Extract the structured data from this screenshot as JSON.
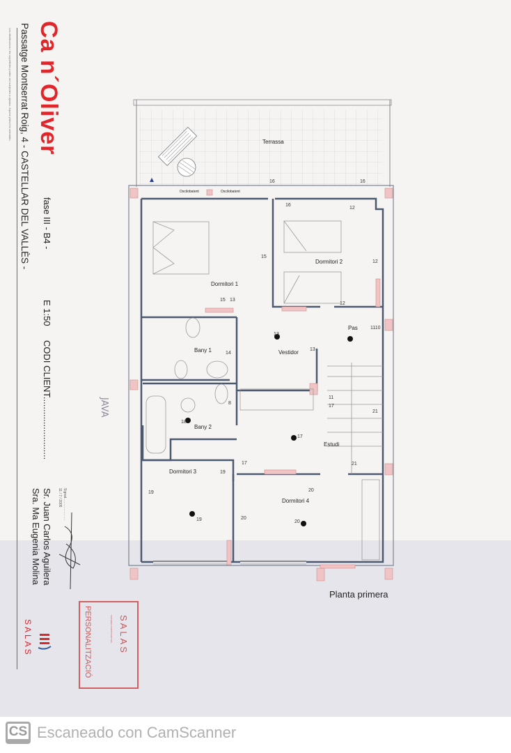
{
  "header": {
    "title": "Ca n´Oliver",
    "phase": "fase III   - B4 -",
    "address": "Passatge Montserrat Roig, 4 - CASTELLAR DEL VALLÈS -",
    "fine_print": "Les distribucions i les superficies poden ser subjectes a ajustos. Aquest plànol és orientatiu.",
    "scale": "E 1:50",
    "client_code": "CODI CLIENT.........................",
    "signed_label": "Signat.......................",
    "date": "11 / 7 / 2005",
    "client_1": "Sr. Juan Carlos Aguilera",
    "client_2": "Sra. Ma Eugenia Molina",
    "brand": "SALAS"
  },
  "stamp": {
    "brand": "SALAS",
    "subtitle": "PERSONALITZACIÓ",
    "tagline": "SISTEMES CONSTRUCTIUS"
  },
  "handwriting": "JAVA",
  "plan": {
    "title": "Planta primera",
    "rooms": {
      "terrace": "Terrassa",
      "bedroom1": "Dormitori 1",
      "bedroom2": "Dormitori 2",
      "bath1": "Bany 1",
      "dressing": "Vestidor",
      "hall": "Pas",
      "bath2": "Bany 2",
      "study": "Estudi",
      "bedroom3": "Dormitori 3",
      "bedroom4": "Dormitori 4"
    },
    "windows": [
      "Oscilobatent",
      "Oscilobatent"
    ],
    "fixture_numbers": [
      "16",
      "16",
      "16",
      "12",
      "15",
      "12",
      "15",
      "13",
      "12",
      "1110",
      "13",
      "14",
      "13",
      "11",
      "17",
      "21",
      "18",
      "17",
      "8",
      "17",
      "19",
      "19",
      "19",
      "20",
      "20",
      "20",
      "21"
    ]
  },
  "footer": {
    "app_logo": "CS",
    "text": "Escaneado con CamScanner"
  },
  "colors": {
    "title_red": "#e0262b",
    "wall_blue": "#4a5870",
    "pillar_pink": "#f0c4c4"
  }
}
